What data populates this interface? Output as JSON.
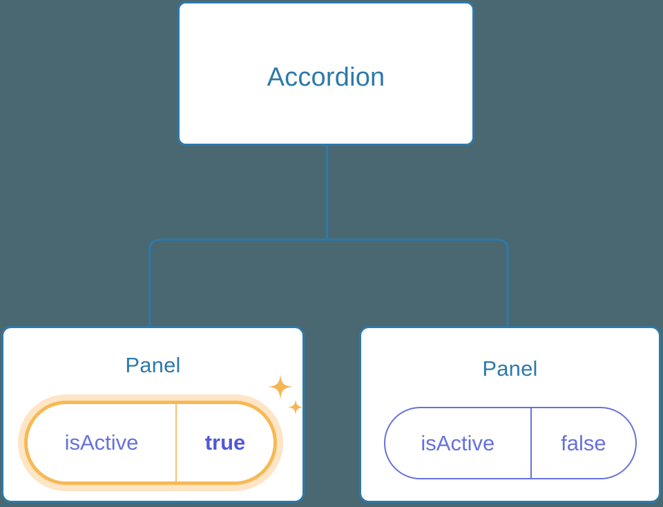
{
  "diagram": {
    "type": "component-tree",
    "background_color": "#4a6872",
    "node_border_color": "#2d79ab",
    "node_title_color": "#2d79ab",
    "connector_color": "#2d79ab",
    "highlight_color": "#f7b955",
    "highlight_glow_color": "#fadfb4",
    "prop_color": "#6670dd",
    "nodes": [
      {
        "id": "accordion",
        "title": "Accordion",
        "props": []
      },
      {
        "id": "panel-left",
        "title": "Panel",
        "highlighted": "true",
        "props": [
          {
            "key": "isActive",
            "value": "true"
          }
        ]
      },
      {
        "id": "panel-right",
        "title": "Panel",
        "highlighted": "false",
        "props": [
          {
            "key": "isActive",
            "value": "false"
          }
        ]
      }
    ],
    "edges": [
      {
        "from": "accordion",
        "to": "panel-left"
      },
      {
        "from": "accordion",
        "to": "panel-right"
      }
    ],
    "decorations": [
      {
        "name": "sparkle-large",
        "color": "#f5b553"
      },
      {
        "name": "sparkle-small",
        "color": "#f5b553"
      }
    ]
  }
}
